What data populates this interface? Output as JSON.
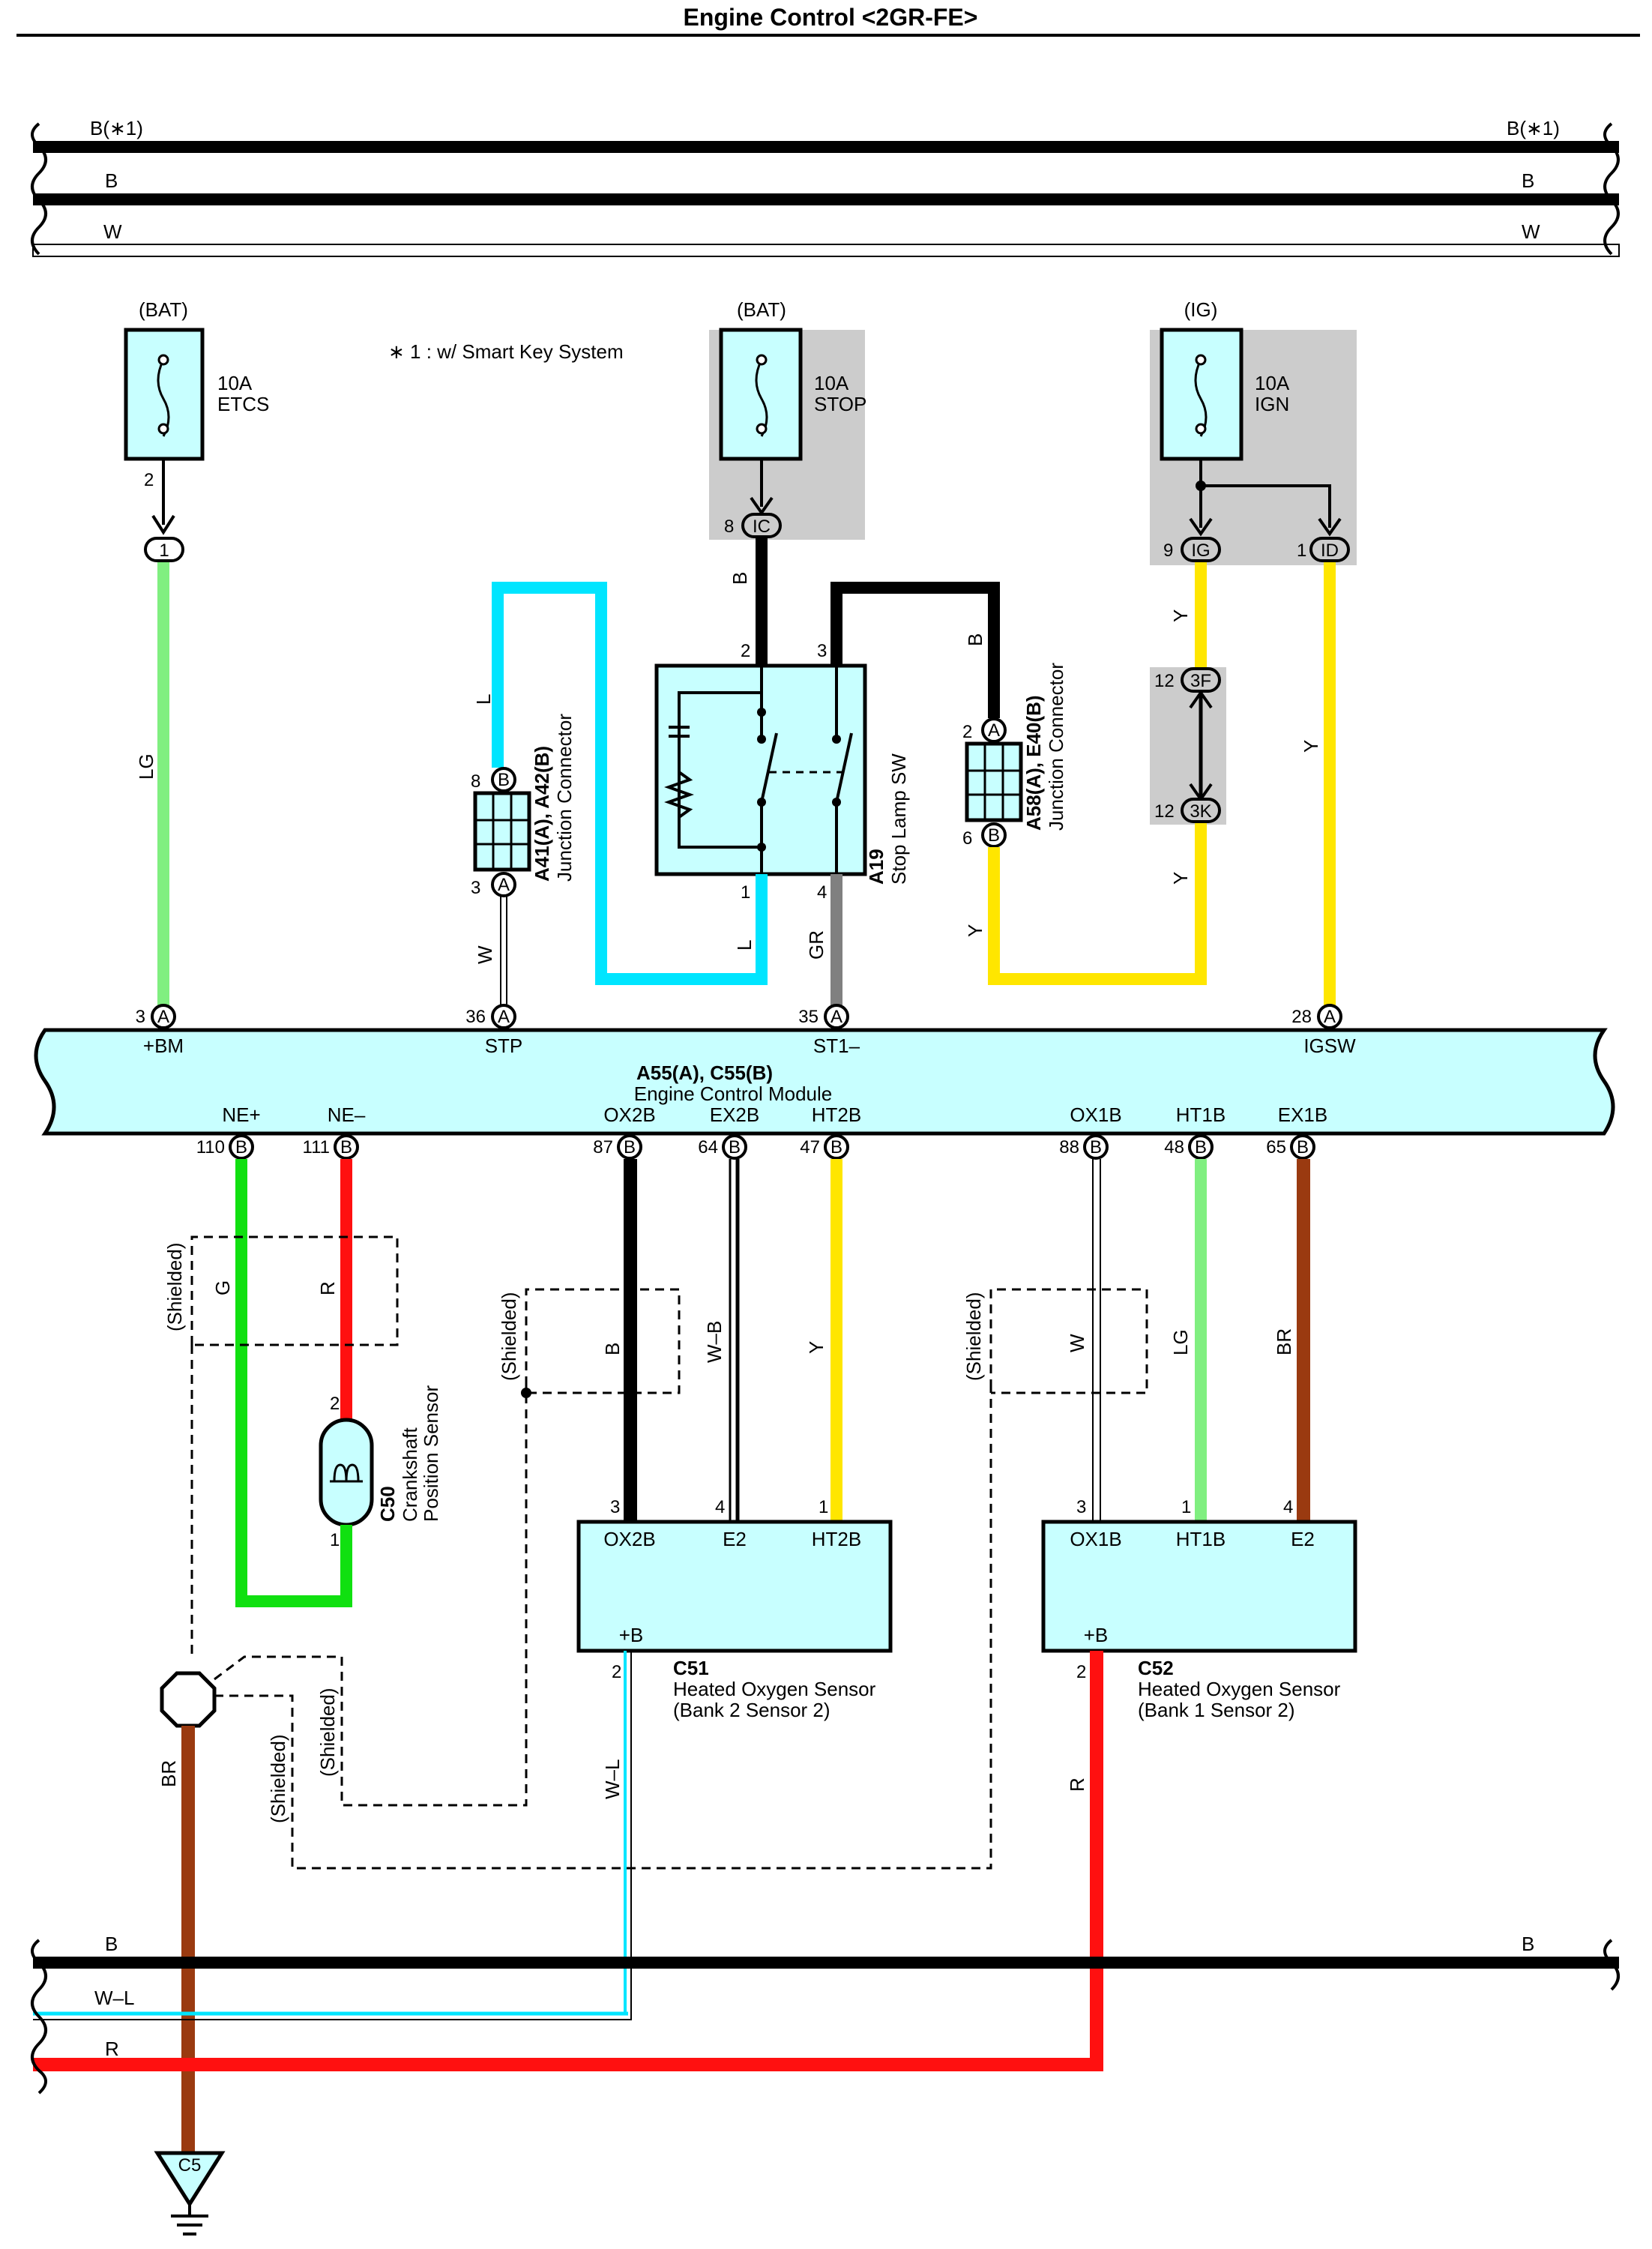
{
  "title": "Engine Control <2GR-FE>",
  "footnote": "∗ 1 : w/ Smart Key System",
  "bus_top": {
    "b1_left": "B(∗1)",
    "b1_right": "B(∗1)",
    "b_left": "B",
    "b_right": "B",
    "w_left": "W",
    "w_right": "W"
  },
  "bus_bottom": {
    "b_left": "B",
    "b_right": "B",
    "wl_left": "W–L",
    "r_left": "R"
  },
  "fuses": {
    "etcs": {
      "source": "(BAT)",
      "rating": "10A",
      "name": "ETCS",
      "pin": "2"
    },
    "stop": {
      "source": "(BAT)",
      "rating": "10A",
      "name": "STOP"
    },
    "ign": {
      "source": "(IG)",
      "rating": "10A",
      "name": "IGN"
    }
  },
  "connectors": {
    "c1": "1",
    "ic": "IC",
    "ic_pin": "8",
    "ig": "IG",
    "ig_pin": "9",
    "id": "ID",
    "id_pin": "1",
    "f3": "3F",
    "f3_pin": "12",
    "k3": "3K",
    "k3_pin": "12",
    "b": "B",
    "a": "A"
  },
  "stop_lamp_sw": {
    "id": "A19",
    "name": "Stop Lamp SW",
    "pin2": "2",
    "pin3": "3",
    "pin1": "1",
    "pin4": "4"
  },
  "jc_a41": {
    "id": "A41(A), A42(B)",
    "name": "Junction Connector",
    "pin_top": "8",
    "pin_bot": "3"
  },
  "jc_a58": {
    "id": "A58(A), E40(B)",
    "name": "Junction Connector",
    "pin_top": "2",
    "pin_bot": "6"
  },
  "wires": {
    "lg": "LG",
    "l": "L",
    "l2": "L",
    "w": "W",
    "gr": "GR",
    "b1": "B",
    "b2": "B",
    "y1": "Y",
    "y2": "Y",
    "y3": "Y",
    "y4": "Y",
    "g": "G",
    "r": "R",
    "b3": "B",
    "wb": "W–B",
    "y5": "Y",
    "w2": "W",
    "lg2": "LG",
    "br": "BR",
    "br2": "BR",
    "wl": "W–L",
    "r2": "R"
  },
  "ecm": {
    "id": "A55(A), C55(B)",
    "name": "Engine Control Module",
    "top_pins": [
      {
        "num": "3",
        "conn": "A",
        "label": "+BM"
      },
      {
        "num": "36",
        "conn": "A",
        "label": "STP"
      },
      {
        "num": "35",
        "conn": "A",
        "label": "ST1–"
      },
      {
        "num": "28",
        "conn": "A",
        "label": "IGSW"
      }
    ],
    "bottom_pins": [
      {
        "num": "110",
        "conn": "B",
        "label": "NE+"
      },
      {
        "num": "111",
        "conn": "B",
        "label": "NE–"
      },
      {
        "num": "87",
        "conn": "B",
        "label": "OX2B"
      },
      {
        "num": "64",
        "conn": "B",
        "label": "EX2B"
      },
      {
        "num": "47",
        "conn": "B",
        "label": "HT2B"
      },
      {
        "num": "88",
        "conn": "B",
        "label": "OX1B"
      },
      {
        "num": "48",
        "conn": "B",
        "label": "HT1B"
      },
      {
        "num": "65",
        "conn": "B",
        "label": "EX1B"
      }
    ]
  },
  "shielded": "(Shielded)",
  "c50": {
    "id": "C50",
    "name1": "Crankshaft",
    "name2": "Position Sensor",
    "pin2": "2",
    "pin1": "1"
  },
  "c51": {
    "id": "C51",
    "name1": "Heated Oxygen Sensor",
    "name2": "(Bank 2 Sensor 2)",
    "t1": "OX2B",
    "t2": "E2",
    "t3": "HT2B",
    "t4": "+B",
    "p3": "3",
    "p4": "4",
    "p1": "1",
    "p2": "2"
  },
  "c52": {
    "id": "C52",
    "name1": "Heated Oxygen Sensor",
    "name2": "(Bank 1 Sensor 2)",
    "t1": "OX1B",
    "t2": "HT1B",
    "t3": "E2",
    "t4": "+B",
    "p3": "3",
    "p1": "1",
    "p4": "4",
    "p2": "2"
  },
  "ground": "C5",
  "colors": {
    "lg": "#80ef80",
    "l": "#00e5ff",
    "y": "#ffe600",
    "g": "#10e010",
    "r": "#ff1010",
    "br": "#9a3a10",
    "gr": "#808080",
    "box": "#c8ffff",
    "shade": "#cccccc"
  }
}
